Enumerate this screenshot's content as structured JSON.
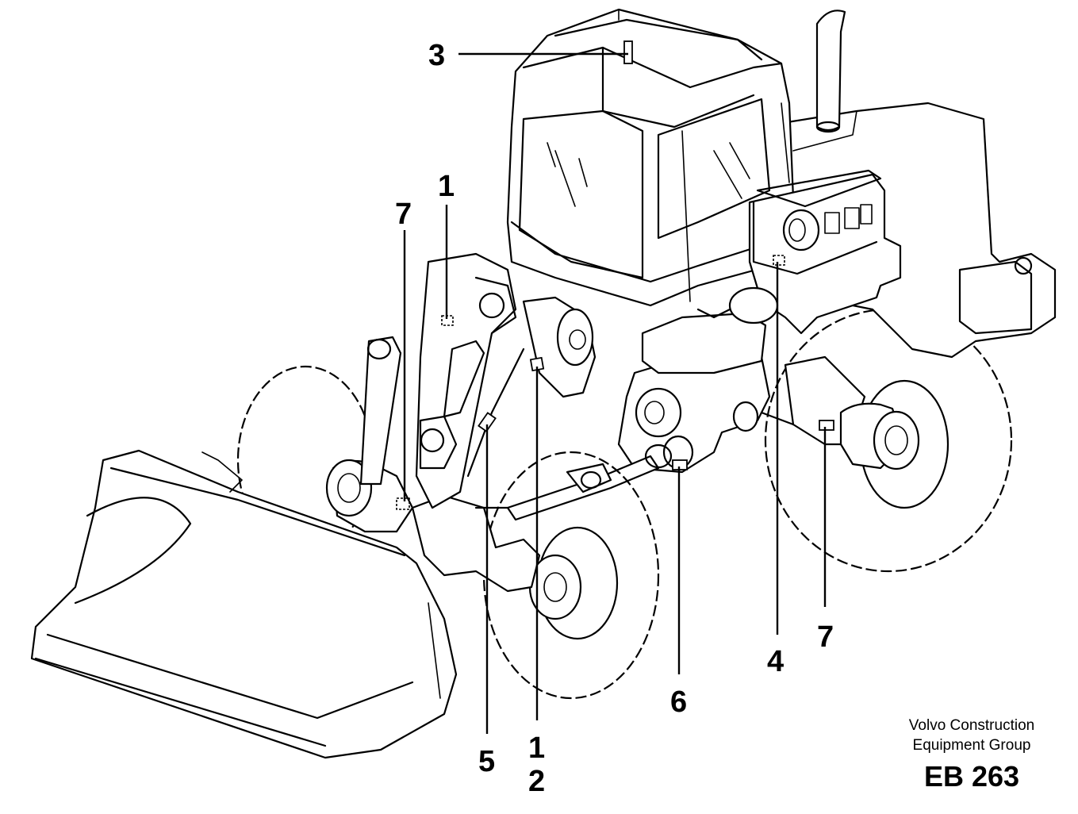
{
  "caption": {
    "line1": "Volvo Construction",
    "line2": "Equipment Group"
  },
  "drawing_code": "EB 263",
  "callouts": [
    {
      "id": "c3",
      "label": "3"
    },
    {
      "id": "c1a",
      "label": "1"
    },
    {
      "id": "c7a",
      "label": "7"
    },
    {
      "id": "c5",
      "label": "5"
    },
    {
      "id": "c1b",
      "label": "1"
    },
    {
      "id": "c2",
      "label": "2"
    },
    {
      "id": "c6",
      "label": "6"
    },
    {
      "id": "c4",
      "label": "4"
    },
    {
      "id": "c7b",
      "label": "7"
    }
  ]
}
